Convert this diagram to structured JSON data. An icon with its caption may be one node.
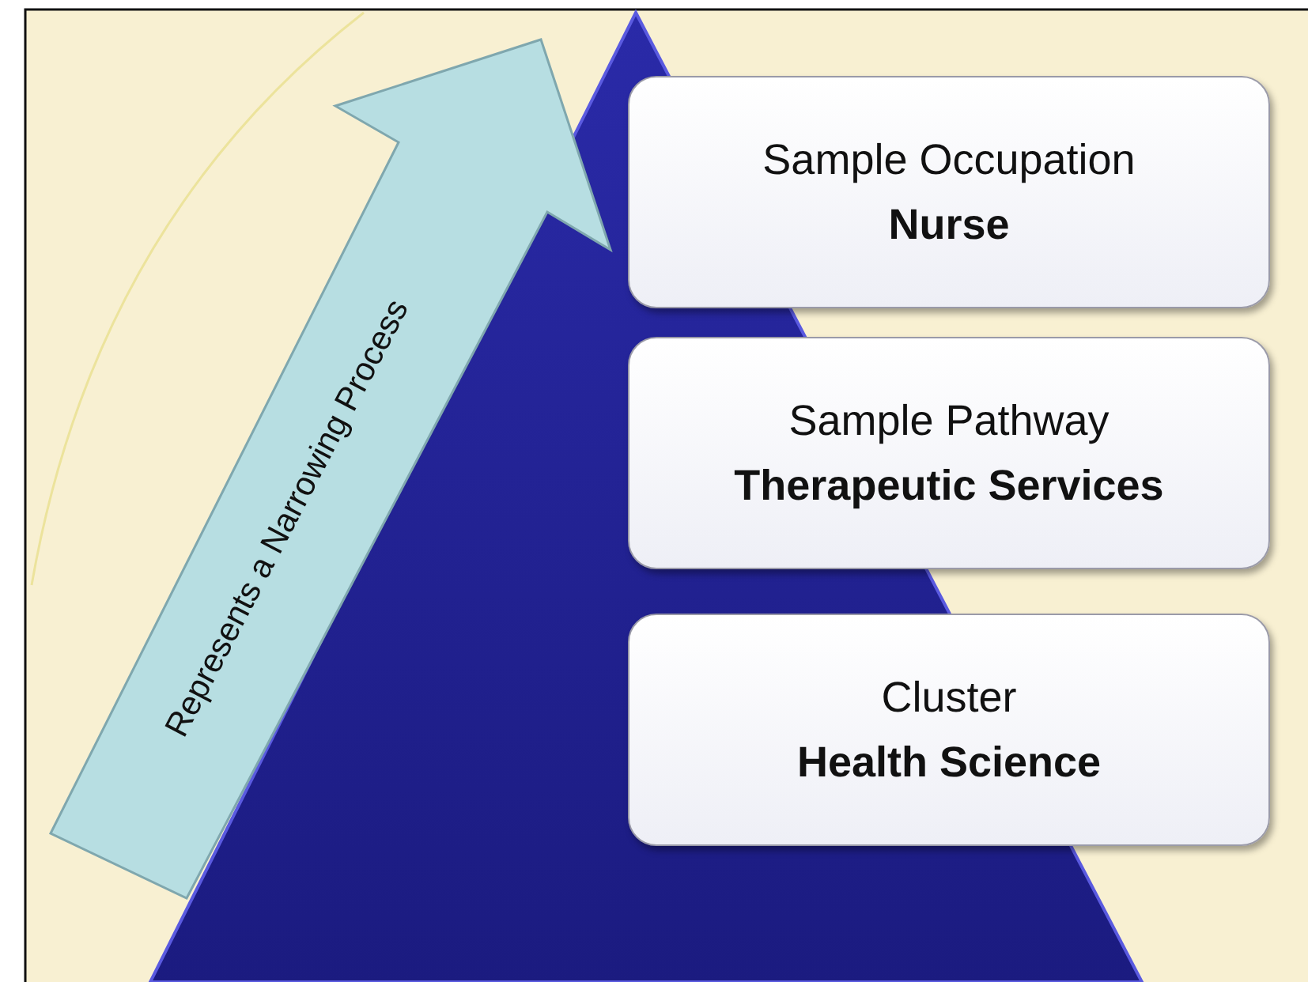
{
  "diagram": {
    "nodes": [
      {
        "text": [
          "Represents a Narrowing Process"
        ]
      },
      {
        "text": [
          "Sample Occupation",
          "Nurse"
        ]
      },
      {
        "text": [
          "Sample Pathway",
          "Therapeutic Services"
        ]
      },
      {
        "text": [
          "Cluster",
          "Health Science"
        ]
      }
    ]
  }
}
